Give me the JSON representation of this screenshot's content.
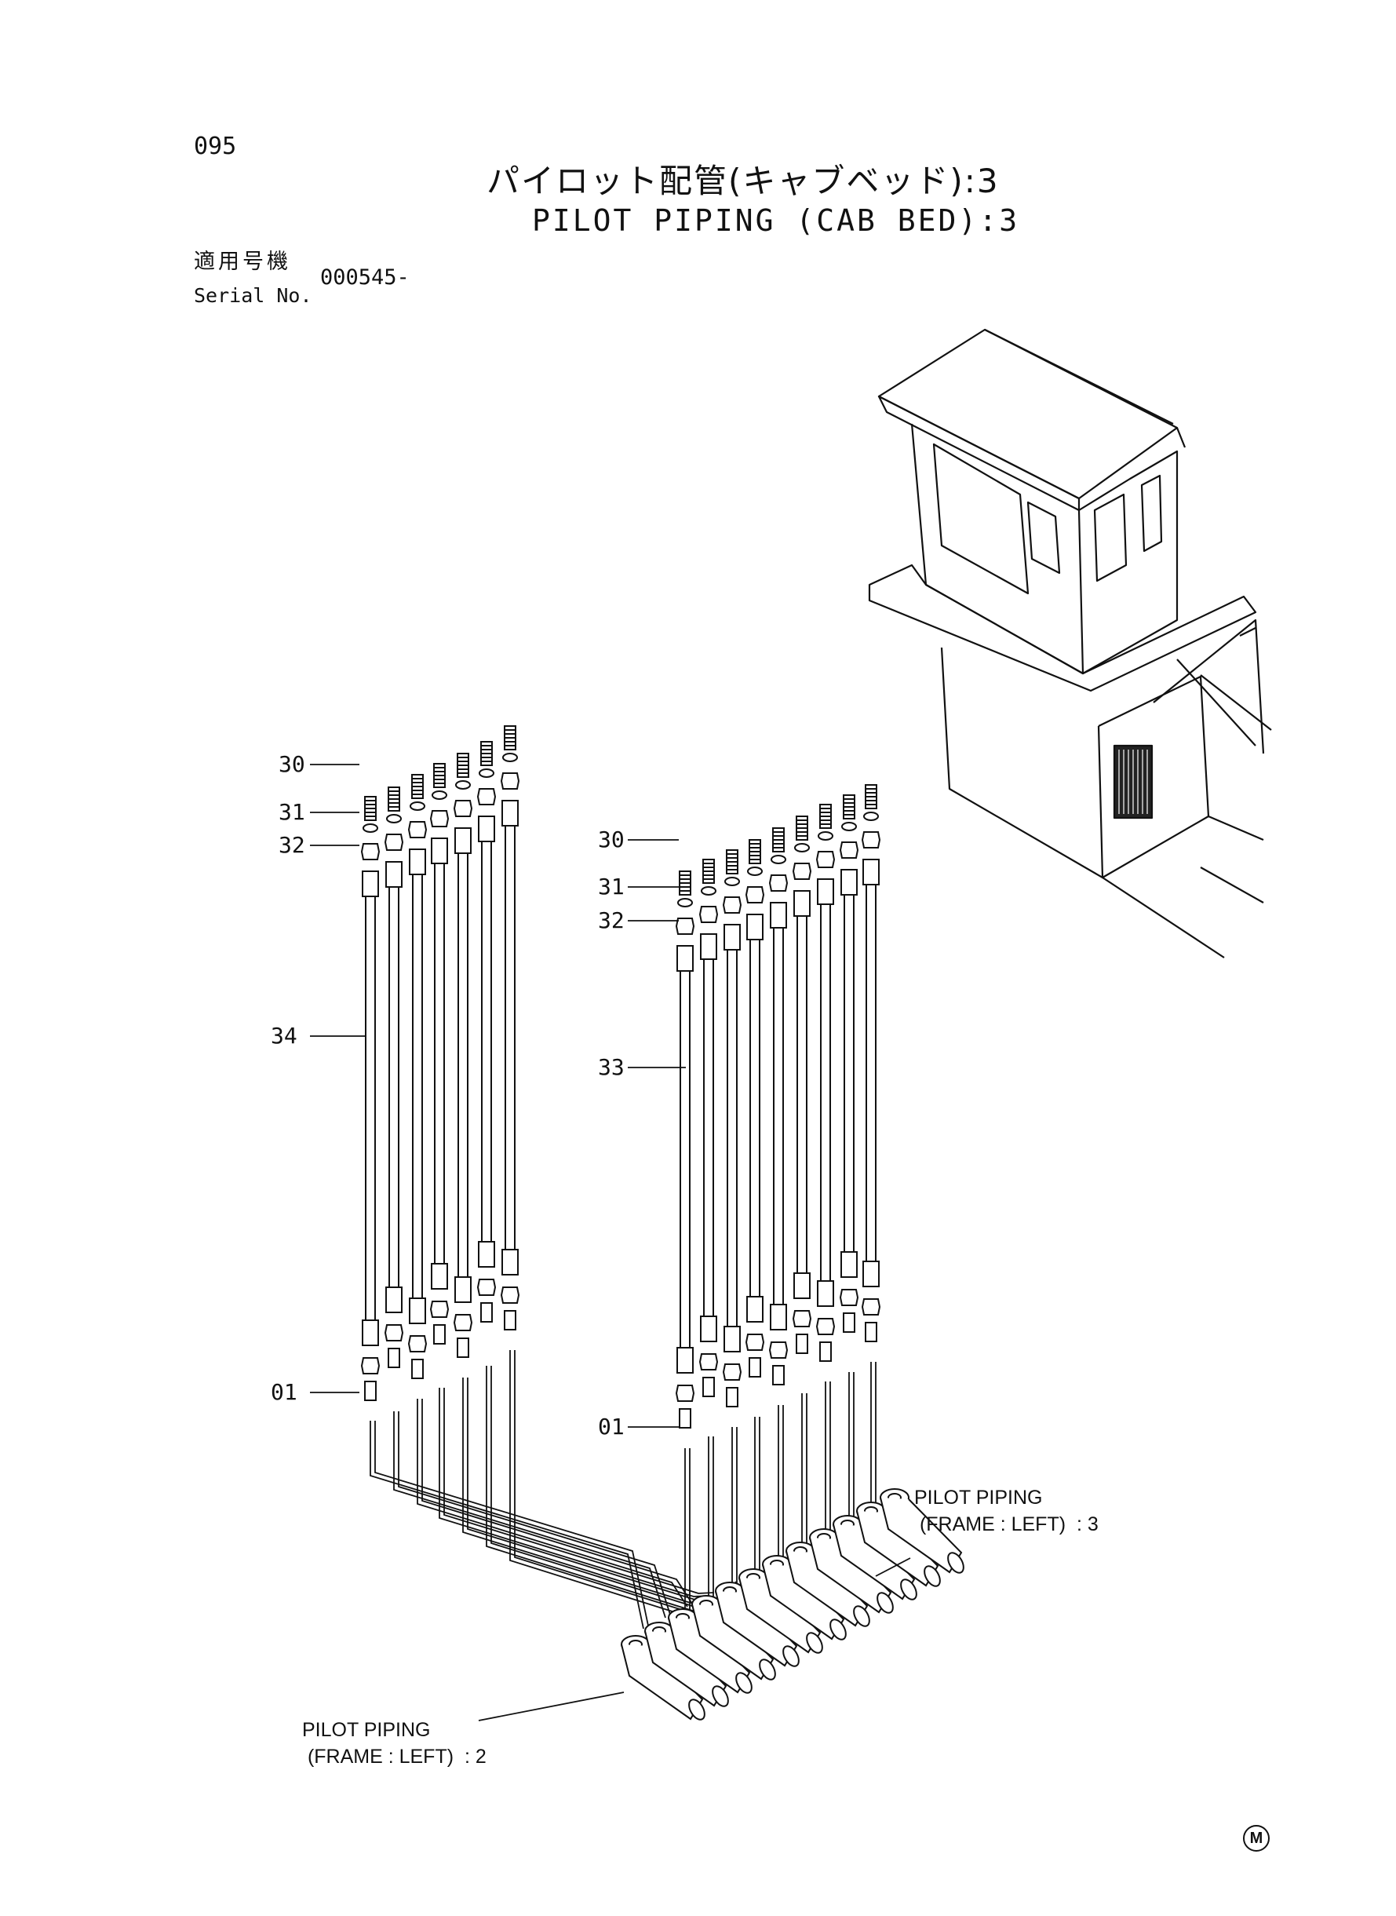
{
  "header": {
    "page_number": "095",
    "title_ja": "パイロット配管(キャブベッド):3",
    "title_en": "PILOT PIPING (CAB BED):3",
    "serial_label_ja": "適用号機",
    "serial_label_en": "Serial No.",
    "serial_value": "000545-"
  },
  "callouts": {
    "left_group": [
      "30",
      "31",
      "32",
      "34",
      "01"
    ],
    "right_group": [
      "30",
      "31",
      "32",
      "33",
      "01"
    ]
  },
  "notes": {
    "frame_left_3": "PILOT PIPING\n (FRAME : LEFT)  : 3",
    "frame_left_2": "PILOT PIPING\n (FRAME : LEFT)  : 2"
  },
  "footer": {
    "mark": "M"
  }
}
